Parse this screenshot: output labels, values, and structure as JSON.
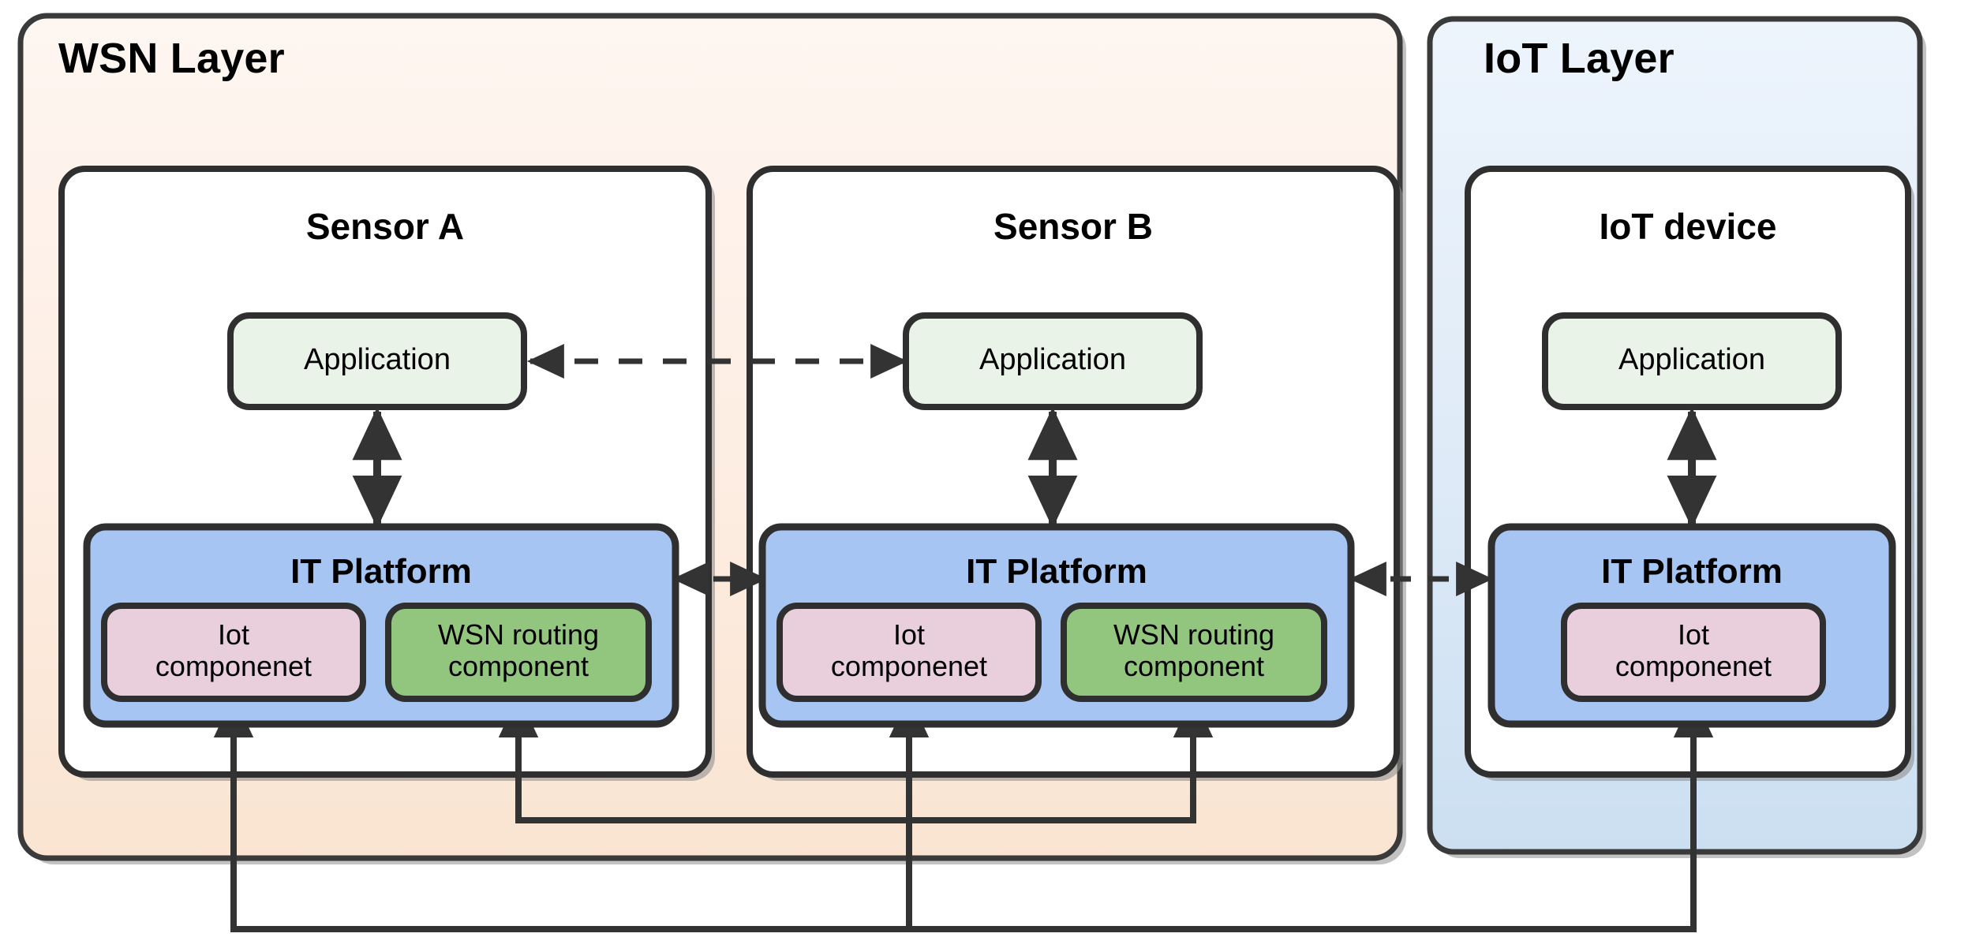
{
  "diagram": {
    "title_wsn": "WSN Layer",
    "title_iot": "IoT Layer",
    "colors": {
      "wsn_layer_fill_top": "#FEF5F0",
      "wsn_layer_fill_bottom": "#FBE6D4",
      "iot_layer_fill_top": "#ECF3FB",
      "iot_layer_fill_bottom": "#CDE0F2",
      "node_fill": "#FFFFFF",
      "platform_fill": "#A6C5F2",
      "application_fill": "#EAF3E7",
      "iot_component_fill": "#E9CFDC",
      "wsn_routing_fill": "#92C67E",
      "stroke": "#333333",
      "shadow": "#9A9A9A"
    }
  },
  "layers": [
    {
      "name": "wsn-layer",
      "label": "WSN Layer",
      "nodes": [
        {
          "name": "sensor-a",
          "title": "Sensor A",
          "application": {
            "label": "Application"
          },
          "platform": {
            "title": "IT Platform",
            "components": [
              {
                "name": "iot-component",
                "label": "Iot\ncomponenet",
                "color": "#E9CFDC"
              },
              {
                "name": "wsn-routing-component",
                "label": "WSN routing\ncomponent",
                "color": "#92C67E"
              }
            ]
          }
        },
        {
          "name": "sensor-b",
          "title": "Sensor B",
          "application": {
            "label": "Application"
          },
          "platform": {
            "title": "IT Platform",
            "components": [
              {
                "name": "iot-component",
                "label": "Iot\ncomponenet",
                "color": "#E9CFDC"
              },
              {
                "name": "wsn-routing-component",
                "label": "WSN routing\ncomponent",
                "color": "#92C67E"
              }
            ]
          }
        }
      ]
    },
    {
      "name": "iot-layer",
      "label": "IoT Layer",
      "nodes": [
        {
          "name": "iot-device",
          "title": "IoT device",
          "application": {
            "label": "Application"
          },
          "platform": {
            "title": "IT Platform",
            "components": [
              {
                "name": "iot-component",
                "label": "Iot\ncomponenet",
                "color": "#E9CFDC"
              }
            ]
          }
        }
      ]
    }
  ],
  "connections": [
    {
      "name": "app-a-to-app-b",
      "style": "dashed",
      "direction": "bidirectional"
    },
    {
      "name": "app-a-to-platform-a",
      "style": "solid",
      "direction": "bidirectional"
    },
    {
      "name": "app-b-to-platform-b",
      "style": "solid",
      "direction": "bidirectional"
    },
    {
      "name": "app-iot-to-platform-iot",
      "style": "solid",
      "direction": "bidirectional"
    },
    {
      "name": "platform-a-to-platform-b",
      "style": "dashed",
      "direction": "bidirectional"
    },
    {
      "name": "platform-b-to-platform-iot",
      "style": "dashed",
      "direction": "bidirectional"
    },
    {
      "name": "routing-bus-sensor-a-to-sensor-b",
      "style": "solid",
      "direction": "bidirectional"
    },
    {
      "name": "iot-bus-sensor-a-sensor-b-iot-device",
      "style": "solid",
      "direction": "bidirectional"
    }
  ]
}
